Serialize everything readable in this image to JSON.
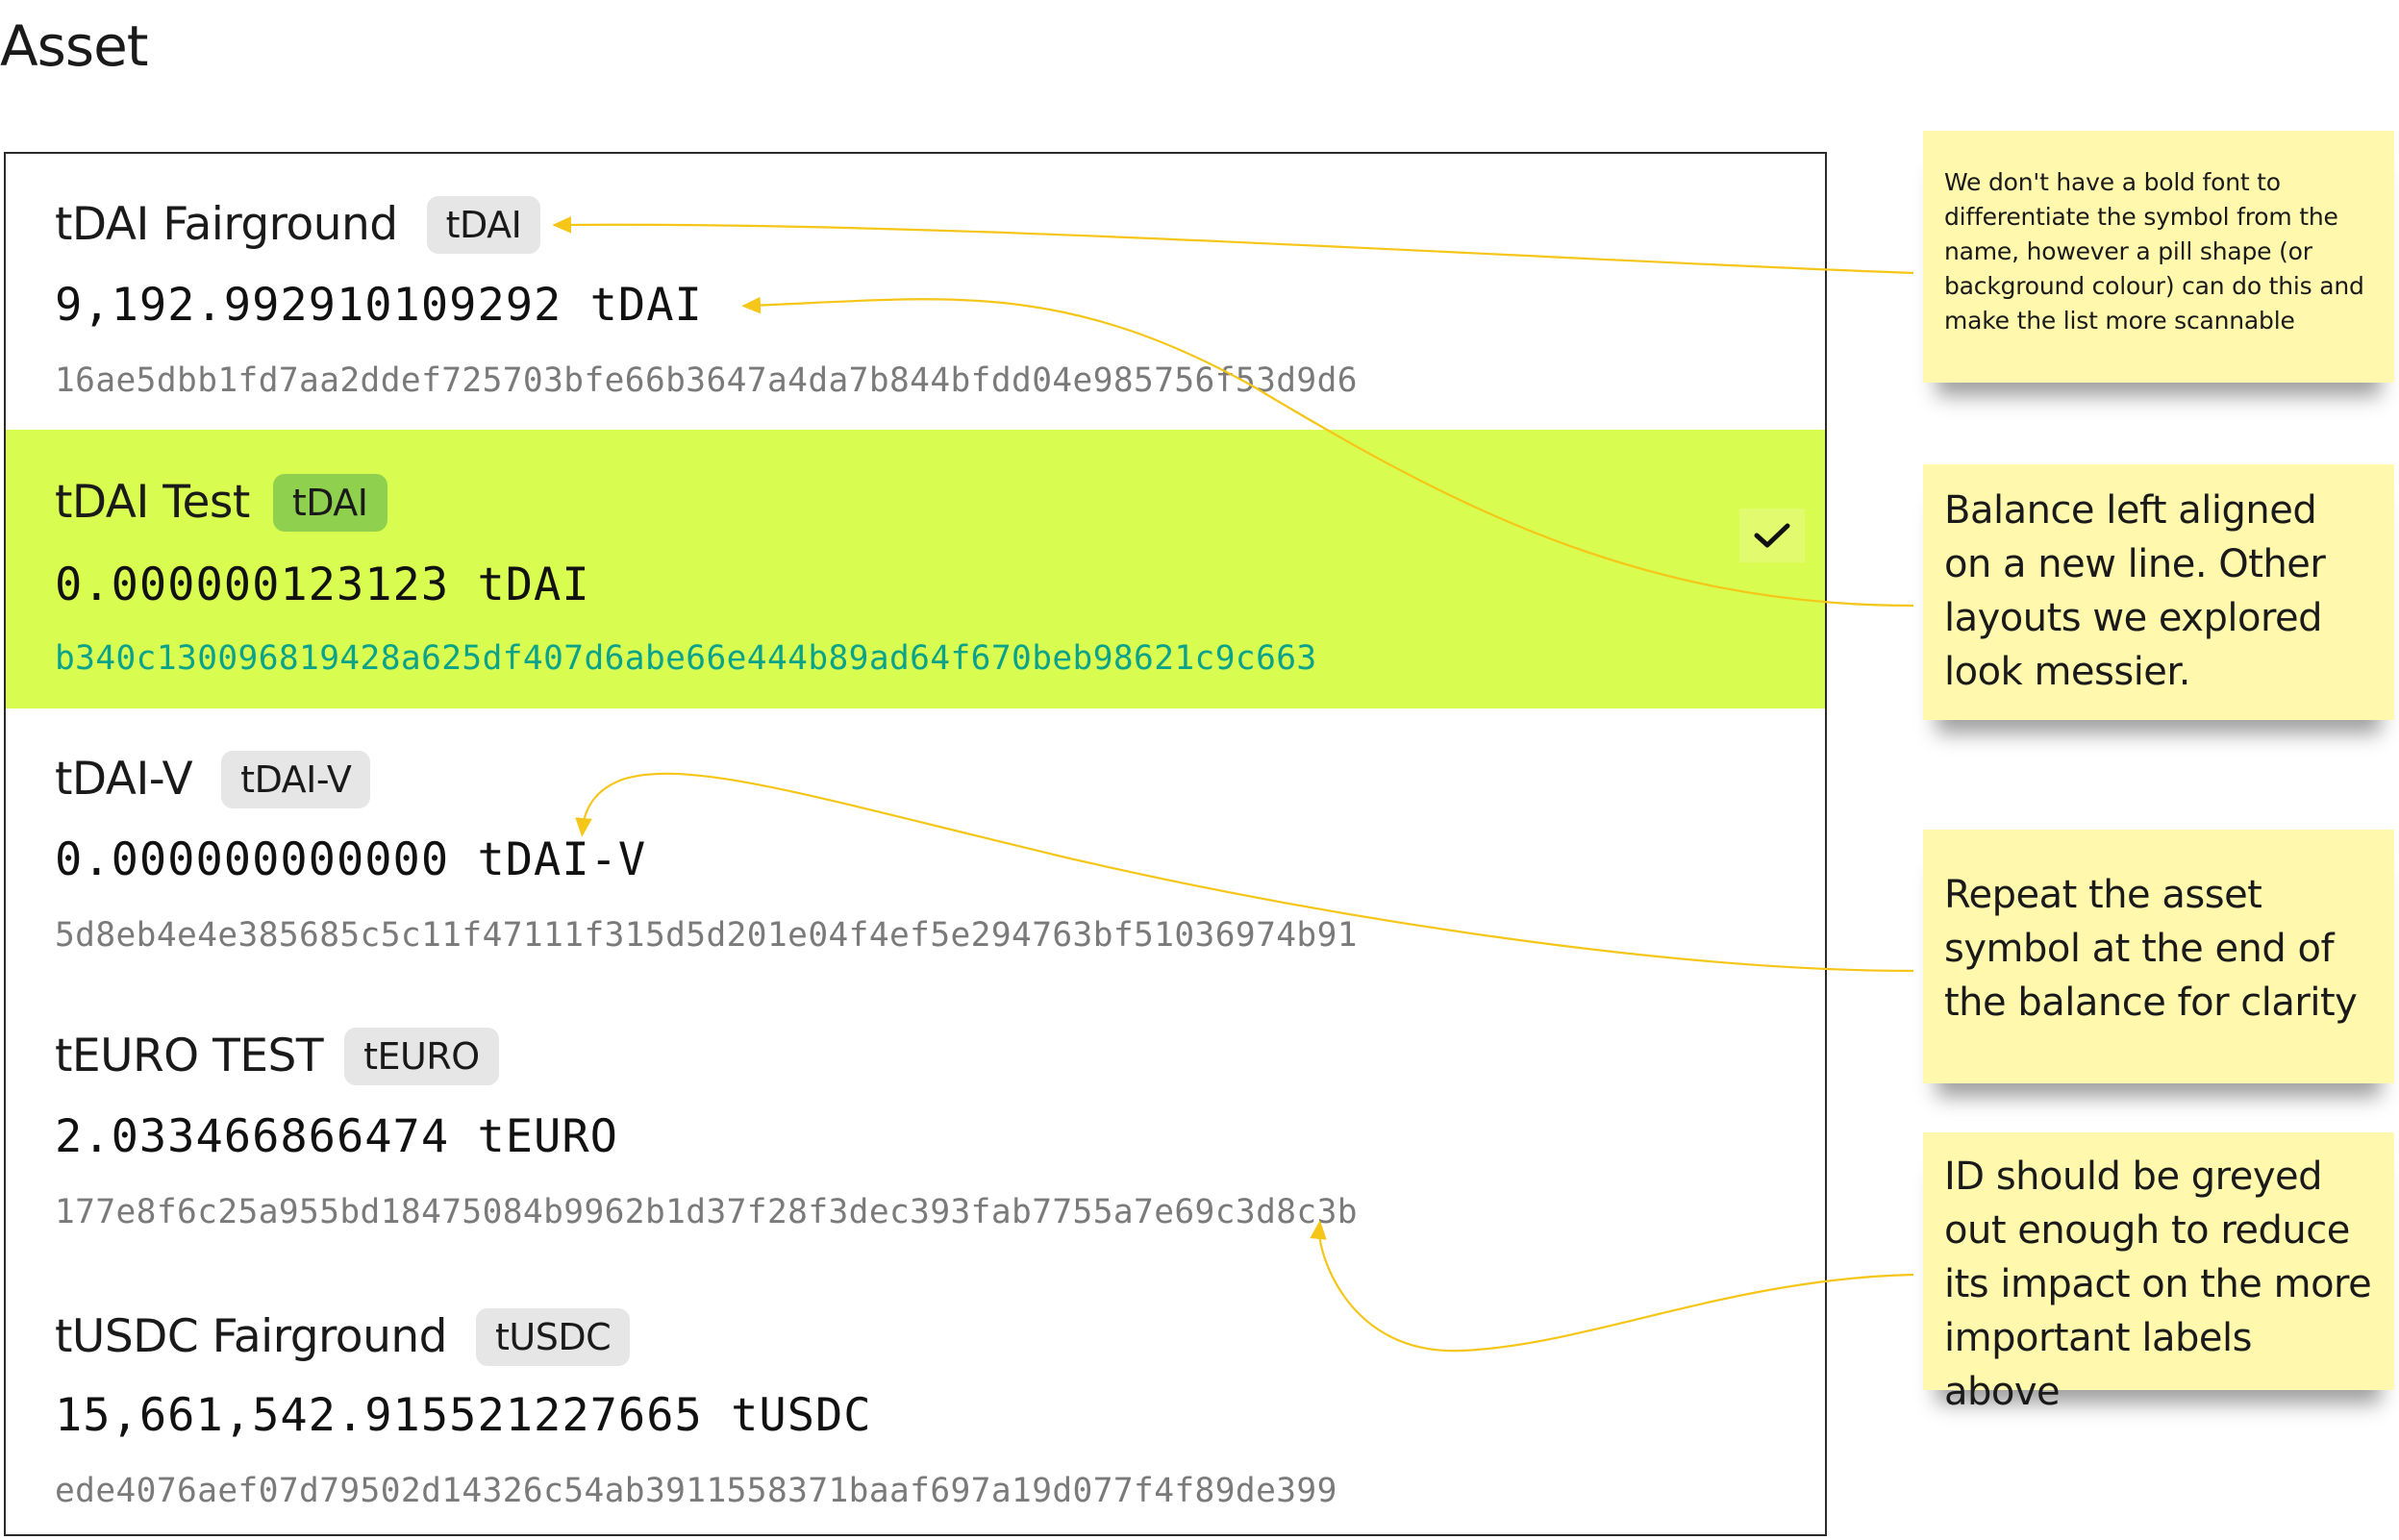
{
  "page": {
    "title": "Asset"
  },
  "assets": [
    {
      "name": "tDAI Fairground",
      "symbol": "tDAI",
      "balance": "9,192.992910109292 tDAI",
      "id": "16ae5dbb1fd7aa2ddef725703bfe66b3647a4da7b844bfdd04e985756f53d9d6",
      "selected": false
    },
    {
      "name": "tDAI Test",
      "symbol": "tDAI",
      "balance": "0.000000123123 tDAI",
      "id": "b340c130096819428a625df407d6abe66e444b89ad64f670beb98621c9c663",
      "selected": true
    },
    {
      "name": "tDAI-V",
      "symbol": "tDAI-V",
      "balance": "0.000000000000 tDAI-V",
      "id": "5d8eb4e4e385685c5c11f47111f315d5d201e04f4ef5e294763bf51036974b91",
      "selected": false
    },
    {
      "name": "tEURO TEST",
      "symbol": "tEURO",
      "balance": "2.033466866474 tEURO",
      "id": "177e8f6c25a955bd18475084b9962b1d37f28f3dec393fab7755a7e69c3d8c3b",
      "selected": false
    },
    {
      "name": "tUSDC Fairground",
      "symbol": "tUSDC",
      "balance": "15,661,542.915521227665 tUSDC",
      "id": "ede4076aef07d79502d14326c54ab3911558371baaf697a19d077f4f89de399",
      "selected": false
    }
  ],
  "selected_indicator": {
    "icon": "checkmark-icon"
  },
  "notes": [
    {
      "text": "We don't have a bold font to differentiate the symbol from the name, however a pill shape (or background colour) can do this and make the list more scannable"
    },
    {
      "text": "Balance left aligned on a new line. Other layouts we explored look messier."
    },
    {
      "text": "Repeat the asset symbol at the end of the balance for clarity"
    },
    {
      "text": "ID should be greyed out enough to reduce its impact on the more important labels above"
    }
  ],
  "colors": {
    "selected_row_bg": "#d9fc50",
    "selected_pill_bg": "#8fd14f",
    "pill_bg": "#e6e6e6",
    "id_text": "#7a7a7a",
    "selected_id_text": "#0aa38a",
    "sticky_note_bg": "#fff8ad",
    "connector_line": "#f5c518"
  }
}
